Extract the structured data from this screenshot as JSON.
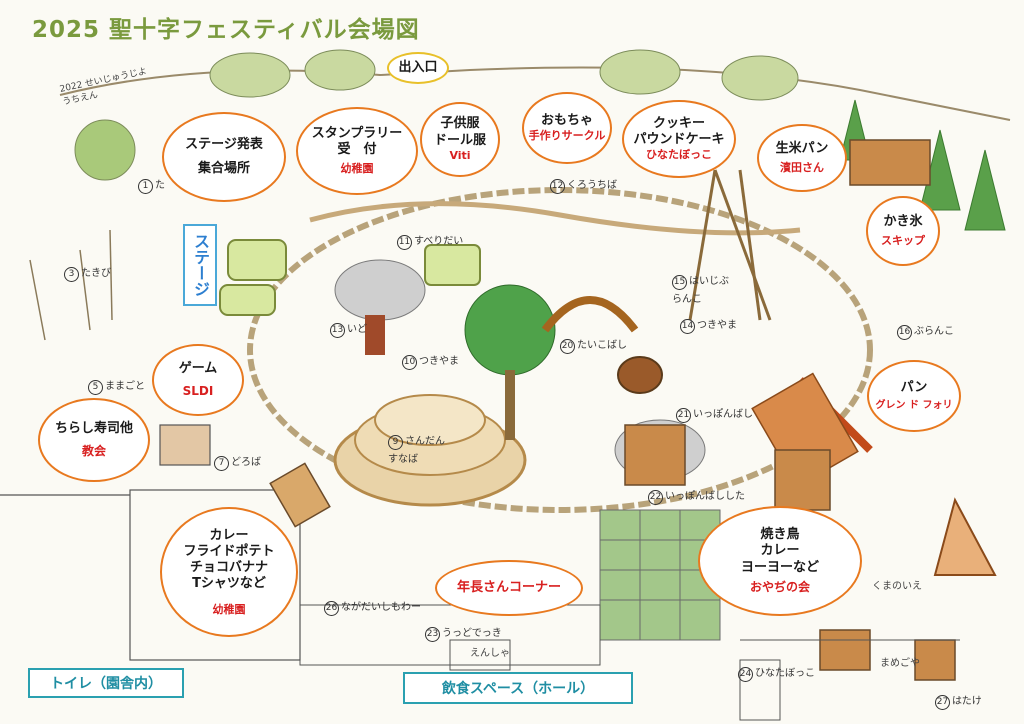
{
  "title": "2025 聖十字フェスティバル会場図",
  "entrance": "出入口",
  "stage_label": "ステージ",
  "handwritten_top_left": "2022 せいじゅうじようちえん",
  "bubbles": {
    "stage": {
      "line1": "ステージ発表",
      "line2": "集合場所"
    },
    "stamp": {
      "line1": "スタンプラリー",
      "line2": "受　付",
      "sub": "幼稚園"
    },
    "kidsclothes": {
      "line1": "子供服",
      "line2": "ドール服",
      "sub": "Viti"
    },
    "toys": {
      "line1": "おもちゃ",
      "sub": "手作りサークル"
    },
    "cookie": {
      "line1": "クッキー",
      "line2": "パウンドケーキ",
      "sub": "ひなたぼっこ"
    },
    "bread": {
      "line1": "生米パン",
      "sub": "濱田さん"
    },
    "ice": {
      "line1": "かき氷",
      "sub": "スキップ"
    },
    "pan": {
      "line1": "パン",
      "sub": "グレン ド フォリ"
    },
    "game": {
      "line1": "ゲーム",
      "sub": "SLDI"
    },
    "sushi": {
      "line1": "ちらし寿司他",
      "sub": "教会"
    },
    "curry": {
      "line1": "カレー",
      "line2": "フライドポテト",
      "line3": "チョコバナナ",
      "line4": "Tシャツなど",
      "sub": "幼稚園"
    },
    "senior": {
      "line1": "年長さんコーナー"
    },
    "yakitori": {
      "line1": "焼き鳥",
      "line2": "カレー",
      "line3": "ヨーヨーなど",
      "sub": "おやぢの会"
    }
  },
  "bottom_boxes": {
    "toilet": "トイレ（園舎内）",
    "dining": "飲食スペース（ホール）"
  },
  "spots": [
    {
      "n": "1",
      "t": "た"
    },
    {
      "n": "3",
      "t": "たきび"
    },
    {
      "n": "5",
      "t": "ままごと"
    },
    {
      "n": "7",
      "t": "どろば"
    },
    {
      "n": "10",
      "t": "つきやま"
    },
    {
      "n": "11",
      "t": "すべりだい"
    },
    {
      "n": "12",
      "t": "くろうちば"
    },
    {
      "n": "13",
      "t": "いど"
    },
    {
      "n": "14",
      "t": "つきやま"
    },
    {
      "n": "15",
      "t": "はいじぶらんこ"
    },
    {
      "n": "16",
      "t": "ぶらんこ"
    },
    {
      "n": "20",
      "t": "たいこばし"
    },
    {
      "n": "21",
      "t": "いっぽんばし"
    },
    {
      "n": "22",
      "t": "いっぽんばしした"
    },
    {
      "n": "23",
      "t": "うっどでっき"
    },
    {
      "n": "24",
      "t": "ひなたぼっこ"
    },
    {
      "n": "26",
      "t": "ながだいしもわー"
    },
    {
      "n": "27",
      "t": "はたけ"
    },
    {
      "n": "9",
      "t": "さんだんすなば"
    }
  ],
  "extra_text": {
    "hall": "えんしゃ",
    "kumanoie": "くまのいえ",
    "mamegoya": "まめごや"
  }
}
